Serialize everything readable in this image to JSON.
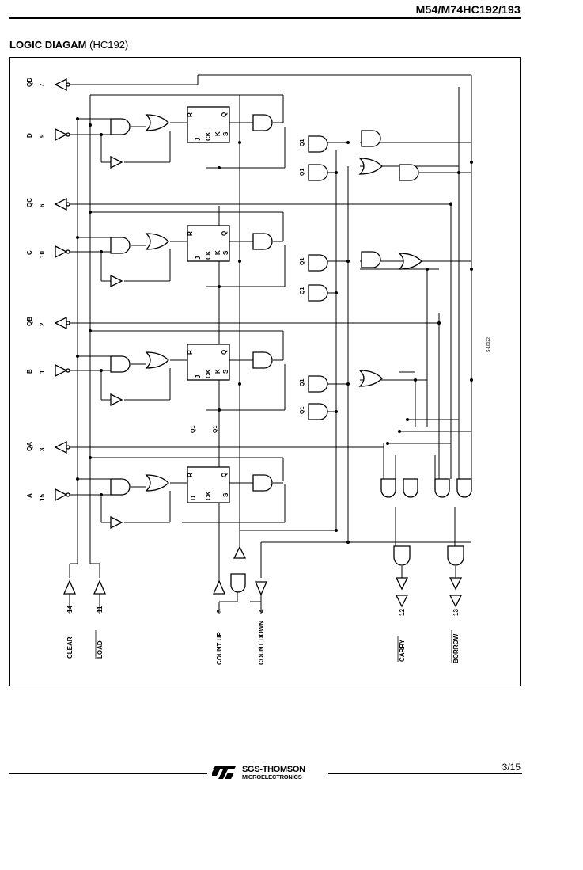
{
  "header": {
    "part_number": "M54/M74HC192/193"
  },
  "section": {
    "title_bold": "LOGIC DIAGAM",
    "title_note": "(HC192)"
  },
  "diagram": {
    "ref_code": "S-10022",
    "outputs": [
      {
        "name": "QD",
        "pin": "7"
      },
      {
        "name": "QC",
        "pin": "6"
      },
      {
        "name": "QB",
        "pin": "2"
      },
      {
        "name": "QA",
        "pin": "3"
      }
    ],
    "inputs": [
      {
        "name": "D",
        "pin": "9"
      },
      {
        "name": "C",
        "pin": "10"
      },
      {
        "name": "B",
        "pin": "1"
      },
      {
        "name": "A",
        "pin": "15"
      }
    ],
    "bottom_pins": [
      {
        "pin": "14",
        "label": "CLEAR"
      },
      {
        "pin": "11",
        "label": "LOAD"
      },
      {
        "pin": "5",
        "label": "COUNT UP"
      },
      {
        "pin": "4",
        "label": "COUNT DOWN"
      },
      {
        "pin": "12",
        "label": "CARRY"
      },
      {
        "pin": "13",
        "label": "BORROW"
      }
    ],
    "ff_pins": {
      "r": "R",
      "q": "Q",
      "qbar": "Q",
      "j": "J",
      "k": "K",
      "ck": "CK",
      "s": "S",
      "d": "D"
    },
    "q1_label": "Q1",
    "q1bar_label": "Q1"
  },
  "footer": {
    "logo_line1": "SGS-THOMSON",
    "logo_line2": "MICROELECTRONICS",
    "page": "3/15"
  }
}
